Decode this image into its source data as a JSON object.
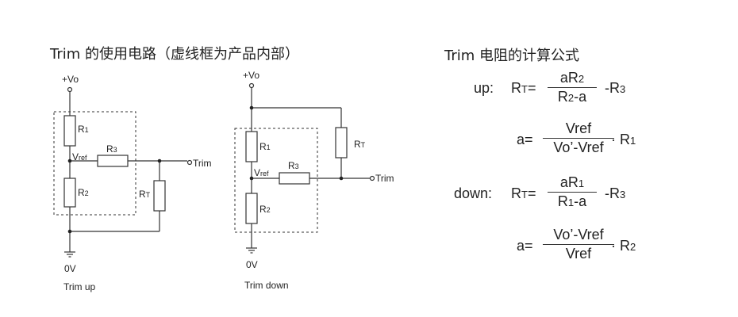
{
  "left_title": "Trim 的使用电路（虚线框为产品内部）",
  "right_title": "Trim 电阻的计算公式",
  "circuit_up": {
    "supply": "+Vo",
    "ground": "0V",
    "r1": "R",
    "r1_sub": "1",
    "r2": "R",
    "r2_sub": "2",
    "r3": "R",
    "r3_sub": "3",
    "rt": "R",
    "rt_sub": "T",
    "vref": "V",
    "vref_sub": "ref",
    "output": "Trim",
    "caption": "Trim up"
  },
  "circuit_down": {
    "supply": "+Vo",
    "ground": "0V",
    "r1": "R",
    "r1_sub": "1",
    "r2": "R",
    "r2_sub": "2",
    "r3": "R",
    "r3_sub": "3",
    "rt": "R",
    "rt_sub": "T",
    "vref": "V",
    "vref_sub": "ref",
    "output": "Trim",
    "caption": "Trim down"
  },
  "formulas": {
    "up_label": "up:",
    "up_lhs": "R",
    "up_lhs_sub": "T",
    "up_eq": "=",
    "up_num": "aR",
    "up_num_sub": "2",
    "up_den": "R",
    "up_den_sub": "2",
    "up_den_rest": "-a",
    "up_tail": "-R",
    "up_tail_sub": "3",
    "a1_lhs": "a=",
    "a1_num": "Vref",
    "a1_den": "Vo’-Vref",
    "a1_tail": "· R",
    "a1_tail_sub": "1",
    "down_label": "down:",
    "down_lhs": "R",
    "down_lhs_sub": "T",
    "down_eq": "=",
    "down_num": "aR",
    "down_num_sub": "1",
    "down_den": "R",
    "down_den_sub": "1",
    "down_den_rest": "-a",
    "down_tail": "-R",
    "down_tail_sub": "3",
    "a2_lhs": "a=",
    "a2_num": "Vo’-Vref",
    "a2_den": "Vref",
    "a2_tail": "· R",
    "a2_tail_sub": "2"
  }
}
